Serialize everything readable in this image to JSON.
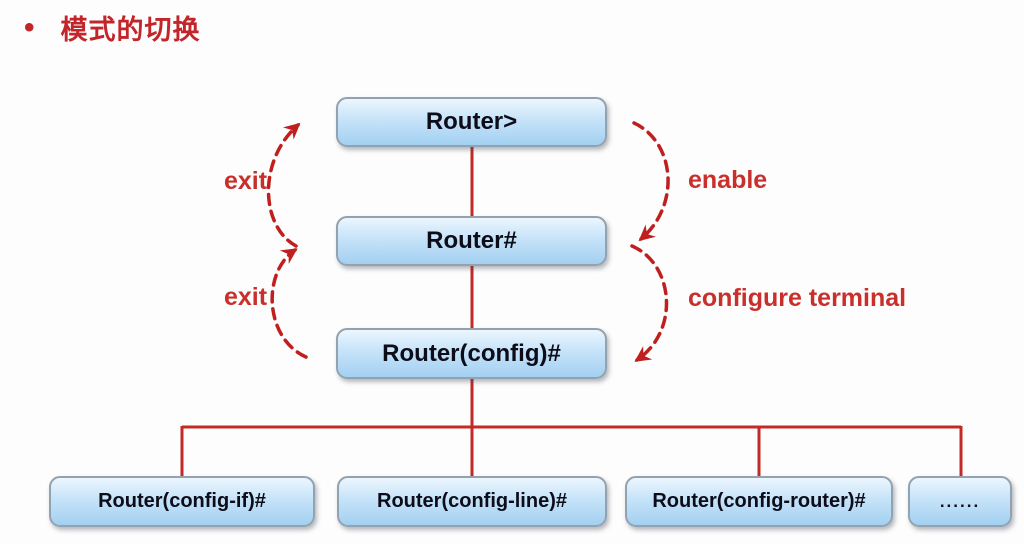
{
  "title": {
    "bullet": "•",
    "text": "模式的切换"
  },
  "colors": {
    "title-red": "#c2262a",
    "line-red": "#c32a26",
    "arrow-red": "#bf1f1f",
    "label-red": "#c9302b",
    "box-border": "#93a2ae",
    "box-fill-top": "#ecf6fe",
    "box-fill-mid": "#c6e3f9",
    "box-fill-bottom": "#a3d0f1",
    "box-text": "#0d0d1a"
  },
  "nodes": {
    "user": "Router>",
    "privileged": "Router#",
    "global_config": "Router(config)#",
    "config_if": "Router(config-if)#",
    "config_line": "Router(config-line)#",
    "config_router": "Router(config-router)#",
    "more": "......"
  },
  "transitions": {
    "exit_upper": "exit",
    "exit_lower": "exit",
    "enable": "enable",
    "configure_terminal": "configure terminal"
  }
}
